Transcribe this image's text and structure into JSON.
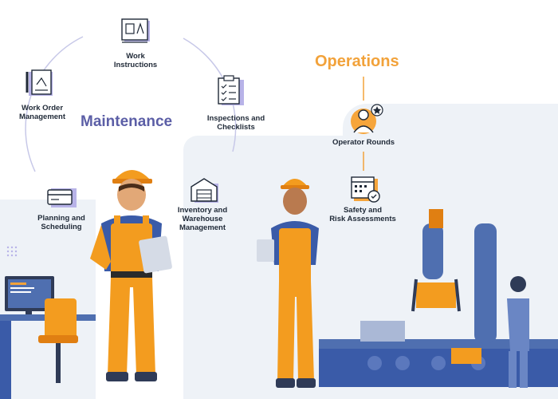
{
  "colors": {
    "maintenance": "#5b5ea6",
    "operations": "#f2a23a",
    "icon_purple": "#b8b3e8",
    "icon_orange": "#f6a53b",
    "worker_orange": "#f39c1f",
    "shirt_blue": "#3a5ba8",
    "bg_gray": "#eef2f7"
  },
  "headings": {
    "maintenance": "Maintenance",
    "operations": "Operations"
  },
  "maintenance_items": [
    {
      "line1": "Work",
      "line2": "Instructions",
      "icon": "blueprint-icon"
    },
    {
      "line1": "Inspections and",
      "line2": "Checklists",
      "icon": "clipboard-checklist-icon"
    },
    {
      "line1": "Work Order",
      "line2": "Management",
      "icon": "pencil-document-icon"
    },
    {
      "line1": "Planning and",
      "line2": "Scheduling",
      "icon": "cards-icon"
    },
    {
      "line1": "Inventory and",
      "line2": "Warehouse",
      "line3": "Management",
      "icon": "warehouse-icon"
    }
  ],
  "operations_items": [
    {
      "line1": "Operator Rounds",
      "icon": "operator-star-icon"
    },
    {
      "line1": "Safety and",
      "line2": "Risk Assessments",
      "icon": "calendar-check-icon"
    }
  ]
}
